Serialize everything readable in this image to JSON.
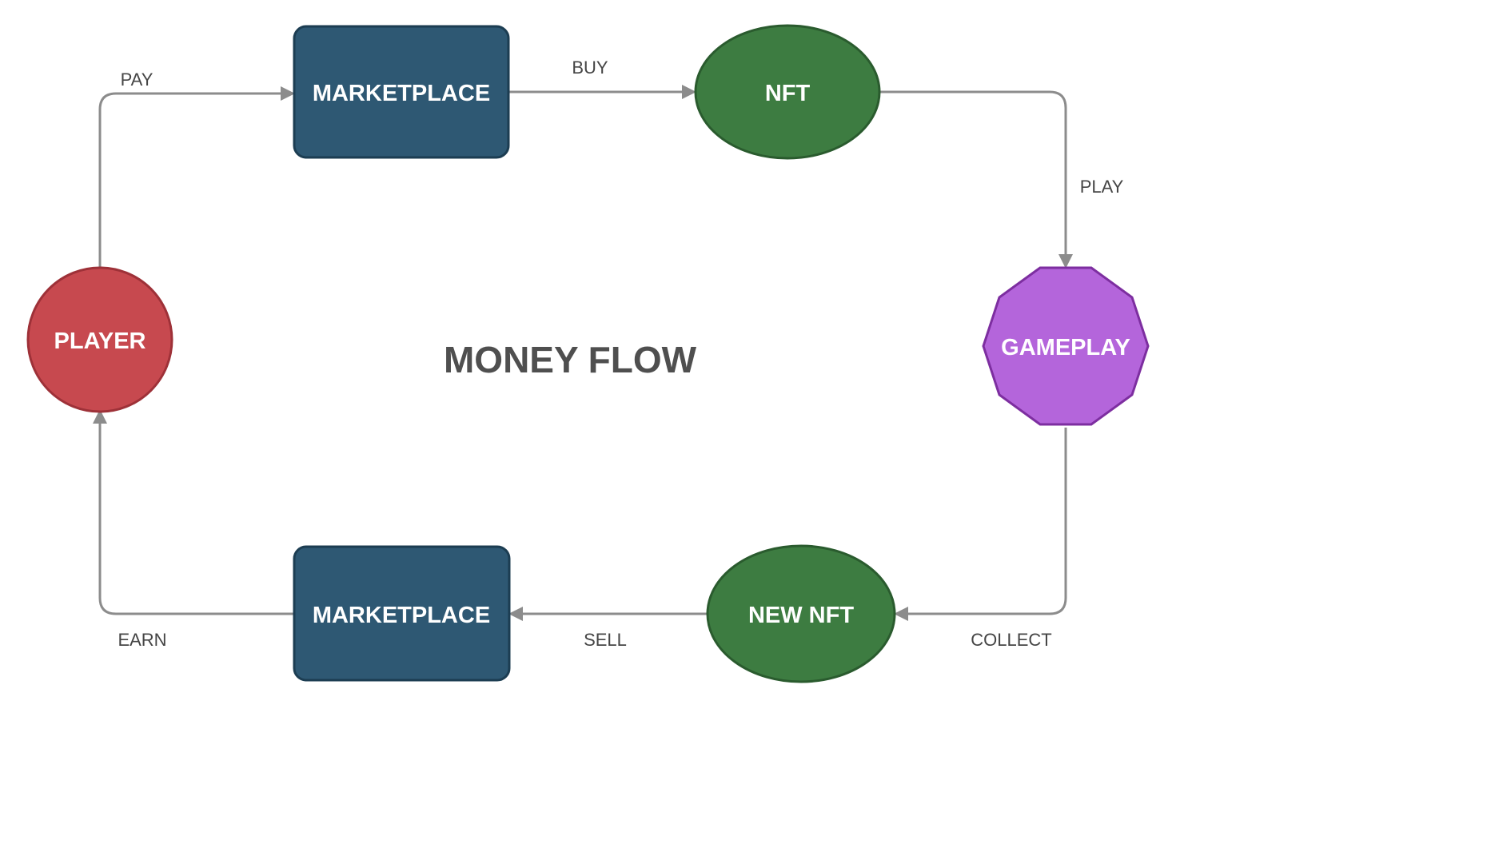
{
  "diagram": {
    "title": "MONEY FLOW",
    "nodes": [
      {
        "id": "player",
        "label": "PLAYER",
        "shape": "circle",
        "fill": "#C7494F",
        "stroke": "#9E3138"
      },
      {
        "id": "marketplace-top",
        "label": "MARKETPLACE",
        "shape": "rounded-rectangle",
        "fill": "#2E5873",
        "stroke": "#1C3D52"
      },
      {
        "id": "nft",
        "label": "NFT",
        "shape": "ellipse",
        "fill": "#3D7C41",
        "stroke": "#2A5B2E"
      },
      {
        "id": "gameplay",
        "label": "GAMEPLAY",
        "shape": "decagon",
        "fill": "#B465DB",
        "stroke": "#7D2EA0"
      },
      {
        "id": "new-nft",
        "label": "NEW NFT",
        "shape": "ellipse",
        "fill": "#3D7C41",
        "stroke": "#2A5B2E"
      },
      {
        "id": "marketplace-bottom",
        "label": "MARKETPLACE",
        "shape": "rounded-rectangle",
        "fill": "#2E5873",
        "stroke": "#1C3D52"
      }
    ],
    "edges": [
      {
        "from": "player",
        "to": "marketplace-top",
        "label": "PAY"
      },
      {
        "from": "marketplace-top",
        "to": "nft",
        "label": "BUY"
      },
      {
        "from": "nft",
        "to": "gameplay",
        "label": "PLAY"
      },
      {
        "from": "gameplay",
        "to": "new-nft",
        "label": "COLLECT"
      },
      {
        "from": "new-nft",
        "to": "marketplace-bottom",
        "label": "SELL"
      },
      {
        "from": "marketplace-bottom",
        "to": "player",
        "label": "EARN"
      }
    ],
    "colors": {
      "edge": "#8C8C8C",
      "edge_label": "#454545",
      "title": "#4F4F4F",
      "node_text": "#FFFFFF",
      "background": "#FFFFFF"
    }
  }
}
